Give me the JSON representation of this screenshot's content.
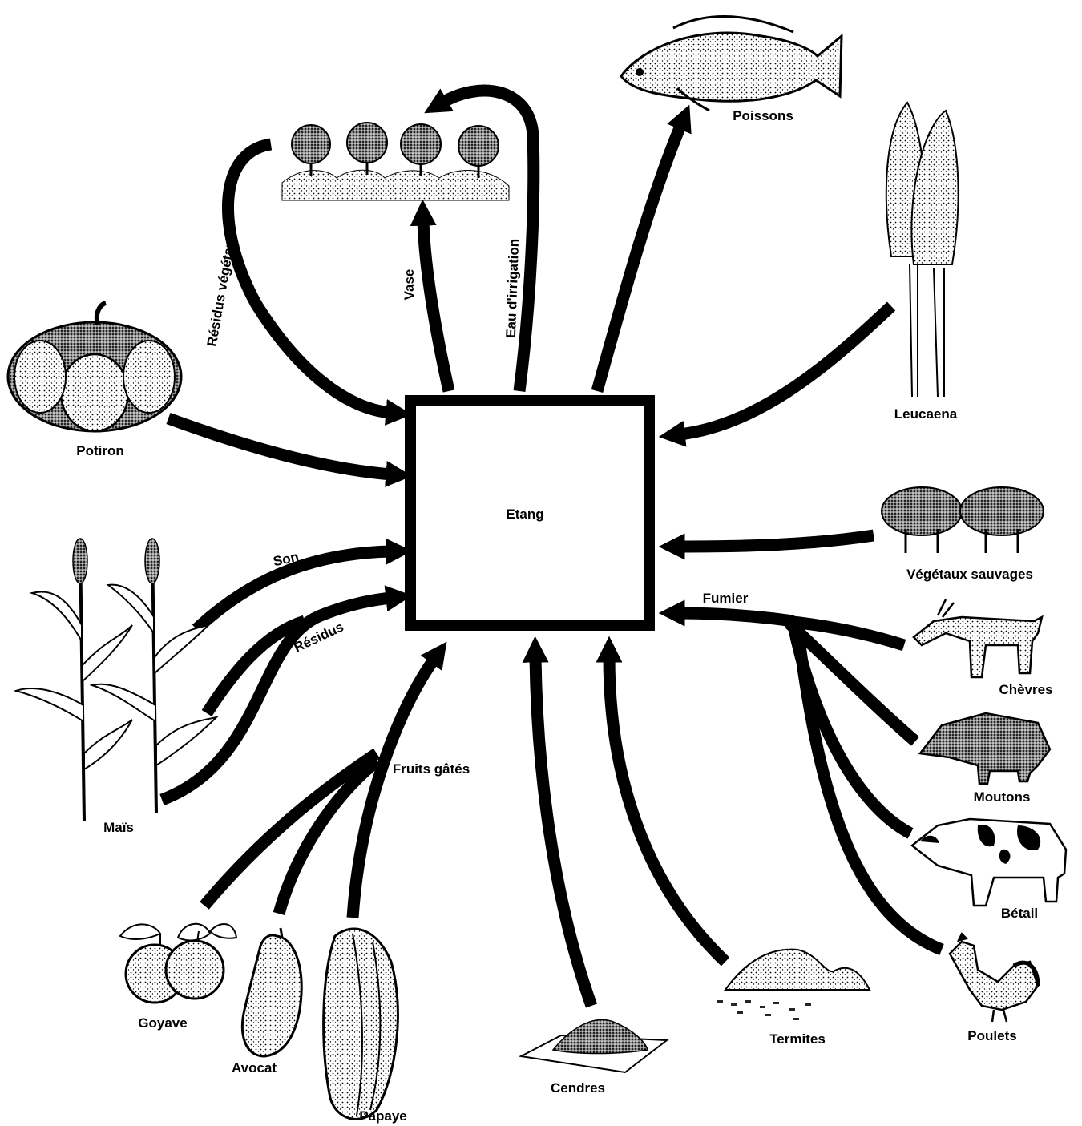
{
  "center": {
    "label": "Etang"
  },
  "sources": {
    "potiron": "Potiron",
    "mais": "Maïs",
    "goyave": "Goyave",
    "avocat": "Avocat",
    "papaye": "Papaye",
    "cendres": "Cendres",
    "termites": "Termites",
    "poulets": "Poulets",
    "betail": "Bétail",
    "moutons": "Moutons",
    "chevres": "Chèvres",
    "vegetaux_sauvages": "Végétaux sauvages",
    "leucaena": "Leucaena"
  },
  "outputs": {
    "poissons": "Poissons"
  },
  "flows": {
    "residus_vegetaux": "Résidus végétaux",
    "vase": "Vase",
    "eau_irrigation": "Eau d'irrigation",
    "son": "Son",
    "residus": "Résidus",
    "fruits_gates": "Fruits gâtés",
    "fumier": "Fumier"
  }
}
